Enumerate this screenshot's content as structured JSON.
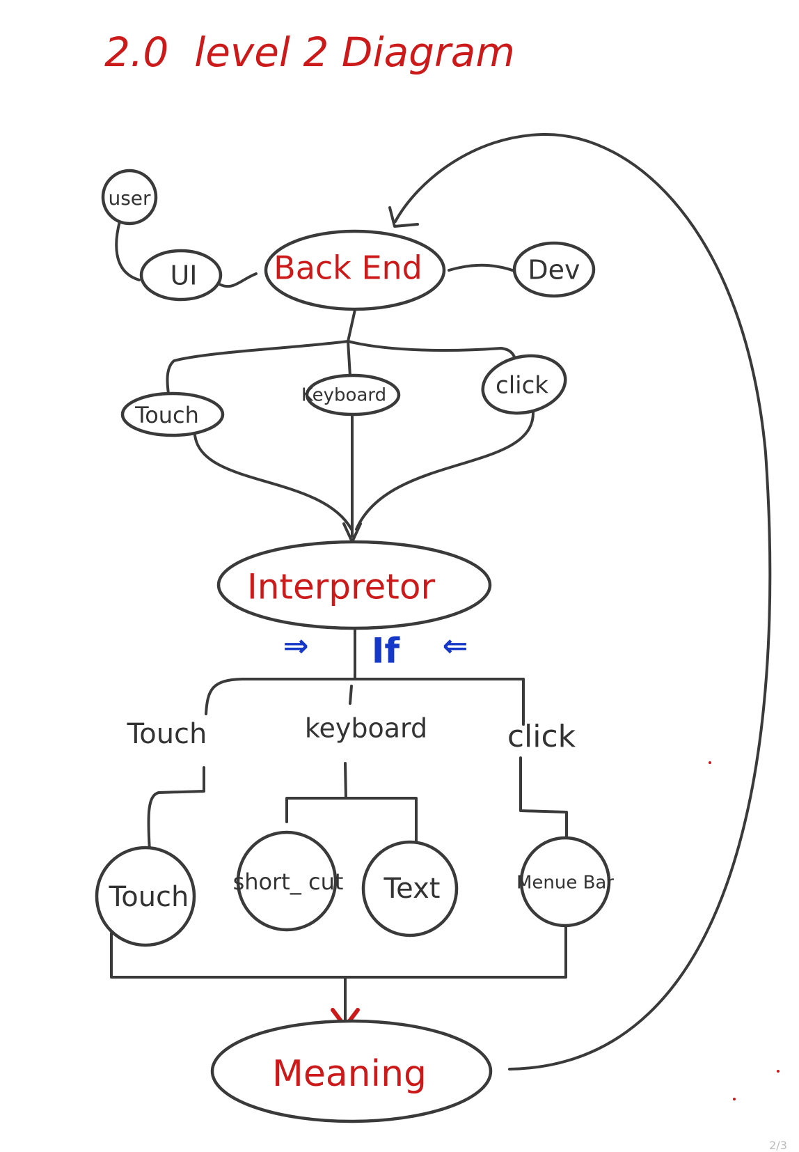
{
  "title": "2.0  level 2 Diagram",
  "page_number": "2/3",
  "colors": {
    "ink": "#3a3a3a",
    "red": "#cc1a1a",
    "blue": "#1538c8"
  },
  "nodes": {
    "user": "user",
    "ui": "UI",
    "backend": "Back End",
    "dev": "Dev",
    "touch_input": "Touch",
    "keyboard_input": "Keyboard",
    "click_input": "click",
    "interpreter": "Interpretor",
    "touch_branch": "Touch",
    "keyboard_branch": "keyboard",
    "click_branch": "click",
    "touch_out": "Touch",
    "shortcut_out": "short_ cut",
    "text_out": "Text",
    "menubar_out": "Menue Bar",
    "meaning": "Meaning"
  },
  "annotations": {
    "arrow_left": "⇒",
    "condition": "If",
    "arrow_right": "⇐"
  }
}
